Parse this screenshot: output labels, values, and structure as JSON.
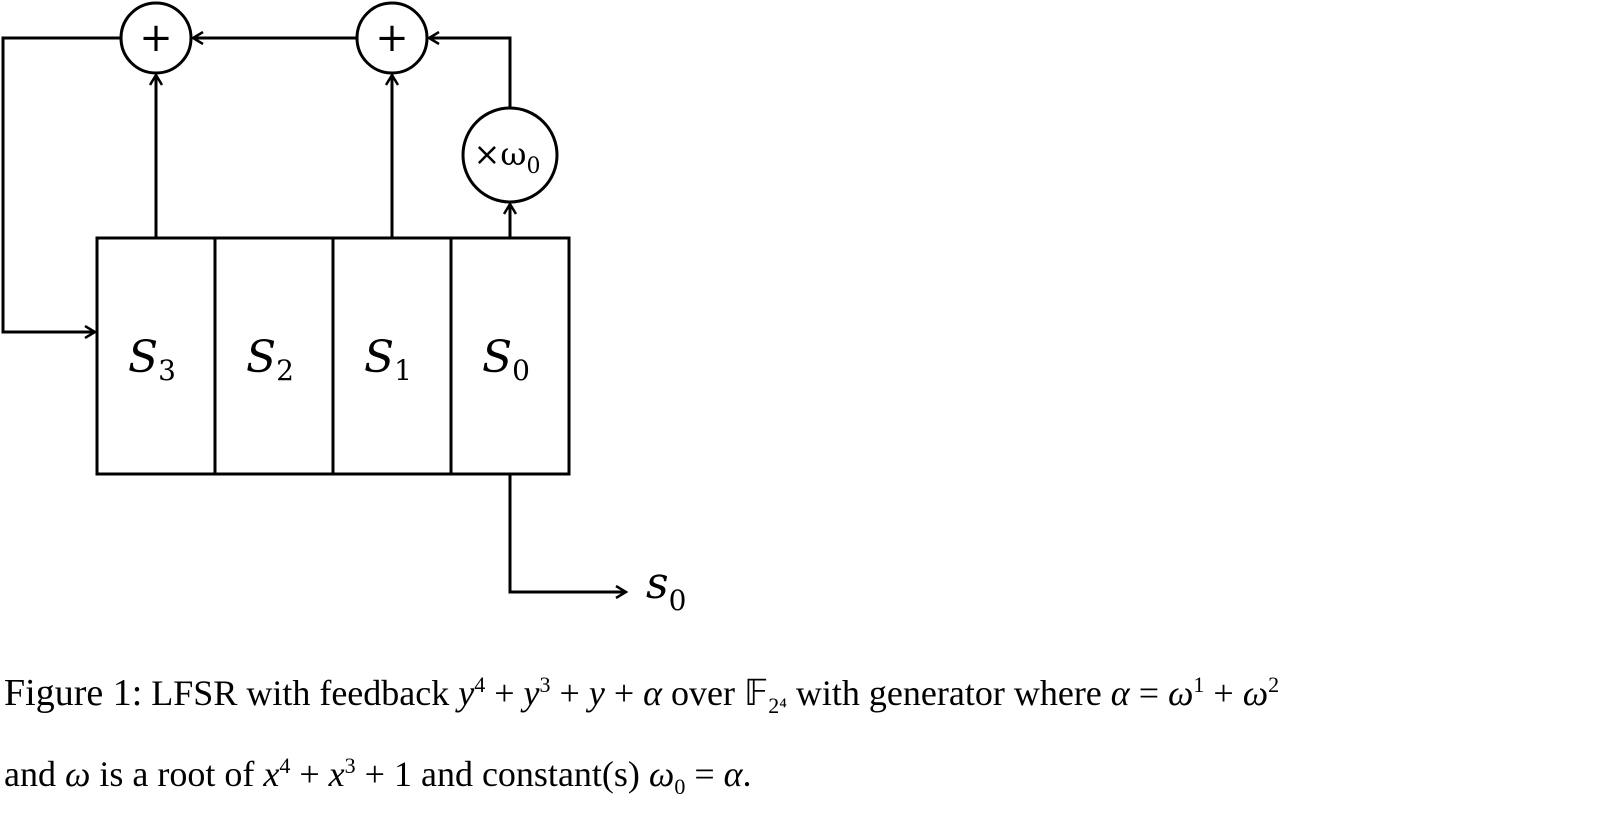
{
  "registers": [
    {
      "label": "S",
      "sub": "3"
    },
    {
      "label": "S",
      "sub": "2"
    },
    {
      "label": "S",
      "sub": "1"
    },
    {
      "label": "S",
      "sub": "0"
    }
  ],
  "adders": [
    "+",
    "+"
  ],
  "multiplier": {
    "symbol": "×ω",
    "sub": "0"
  },
  "output": {
    "label": "s",
    "sub": "0"
  },
  "caption": {
    "lead": "Figure 1:",
    "text_1": "LFSR with feedback",
    "poly_y": "y",
    "exp_4": "4",
    "plus": "+",
    "exp_3": "3",
    "alpha": "α",
    "over": "over",
    "field": "𝔽",
    "field_sub": "2⁴",
    "text_2": "with generator where",
    "eq": "=",
    "omega": "ω",
    "exp_1": "1",
    "exp_2": "2",
    "text_3": "and",
    "text_4": "is a root of",
    "poly_x": "x",
    "one": "1",
    "text_5": "and constant(s)",
    "sub_0": "0",
    "period": "."
  }
}
